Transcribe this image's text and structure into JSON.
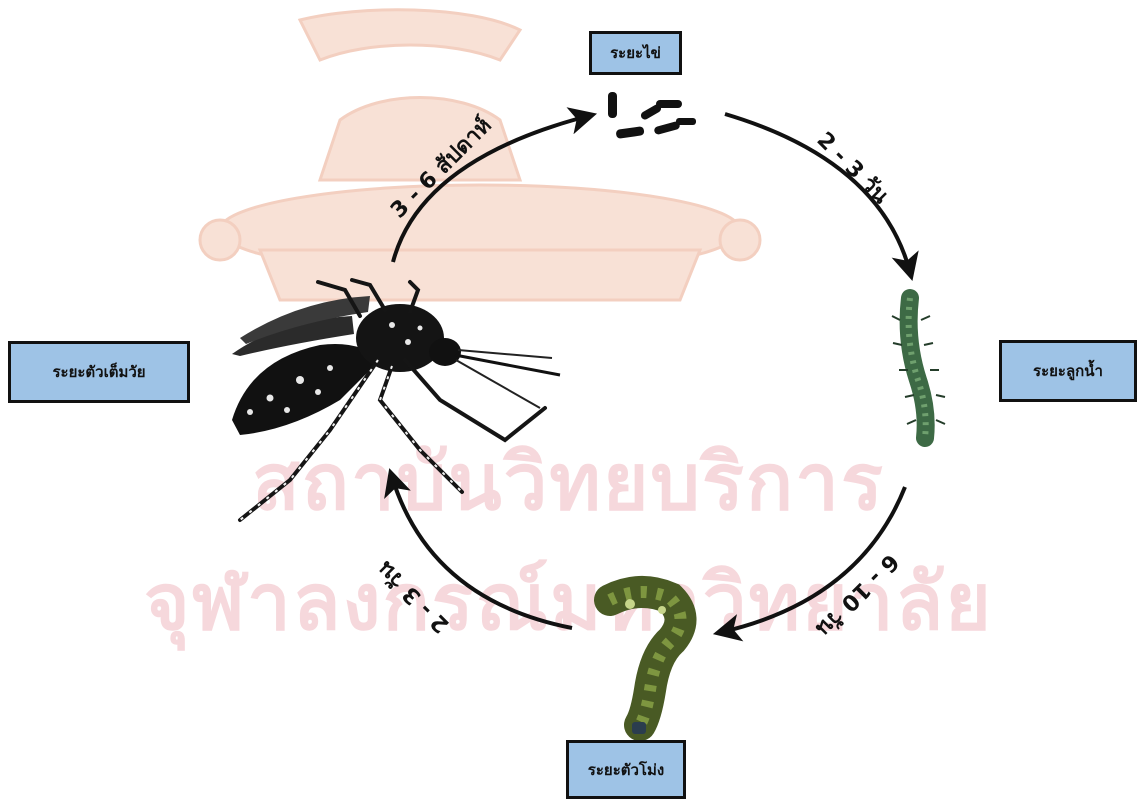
{
  "stages": {
    "egg": "ระยะไข่",
    "larva": "ระยะลูกน้ำ",
    "pupa": "ระยะตัวโม่ง",
    "adult": "ระยะตัวเต็มวัย"
  },
  "durations": {
    "egg_to_larva": "2 - 3 วัน",
    "larva_to_pupa": "6 - 10 วัน",
    "pupa_to_adult": "2 - 3 วัน",
    "adult_to_egg": "3 - 6 สัปดาห์"
  },
  "watermark": {
    "line1": "สถาบันวิทยบริการ",
    "line2": "จุฬาลงกรณ์มหาวิทยาลัย"
  },
  "colors": {
    "label_fill": "#9ec3e6",
    "watermark": "#f6d8dc",
    "arrow": "#111111"
  }
}
